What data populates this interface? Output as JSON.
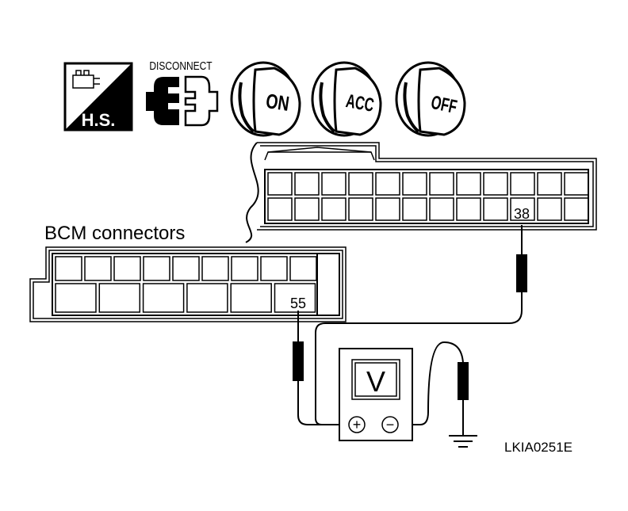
{
  "icons": {
    "hs_label": "H.S.",
    "disconnect_label": "DISCONNECT",
    "ignition_on": "ON",
    "ignition_acc": "ACC",
    "ignition_off": "OFF"
  },
  "connectors": {
    "title": "BCM connectors",
    "terminal_a": "38",
    "terminal_b": "55"
  },
  "meter": {
    "unit": "V",
    "positive": "+",
    "negative": "−"
  },
  "figure_code": "LKIA0251E",
  "colors": {
    "ink": "#000000",
    "paper": "#ffffff"
  }
}
